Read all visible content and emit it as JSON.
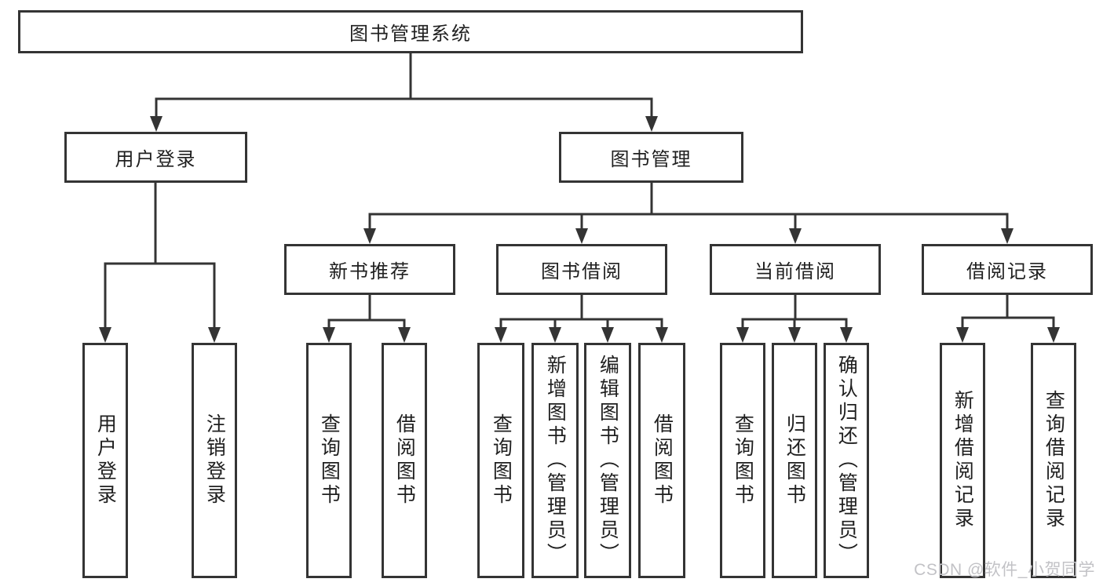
{
  "tree": {
    "root": {
      "label": "图书管理系统"
    },
    "branches": [
      {
        "label": "用户登录",
        "children": [
          {
            "label": "用户登录"
          },
          {
            "label": "注销登录"
          }
        ]
      },
      {
        "label": "图书管理",
        "groups": [
          {
            "label": "新书推荐",
            "children": [
              {
                "label": "查询图书"
              },
              {
                "label": "借阅图书"
              }
            ]
          },
          {
            "label": "图书借阅",
            "children": [
              {
                "label": "查询图书"
              },
              {
                "label": "新增图书（管理员）"
              },
              {
                "label": "编辑图书（管理员）"
              },
              {
                "label": "借阅图书"
              }
            ]
          },
          {
            "label": "当前借阅",
            "children": [
              {
                "label": "查询图书"
              },
              {
                "label": "归还图书"
              },
              {
                "label": "确认归还（管理员）"
              }
            ]
          },
          {
            "label": "借阅记录",
            "children": [
              {
                "label": "新增借阅记录"
              },
              {
                "label": "查询借阅记录"
              }
            ]
          }
        ]
      }
    ]
  },
  "watermark": {
    "text": "CSDN @软件_小贺同学"
  },
  "colors": {
    "line": "#343434",
    "text": "#1f1f1f",
    "watermark": "#c2c2c6",
    "background": "#ffffff"
  }
}
